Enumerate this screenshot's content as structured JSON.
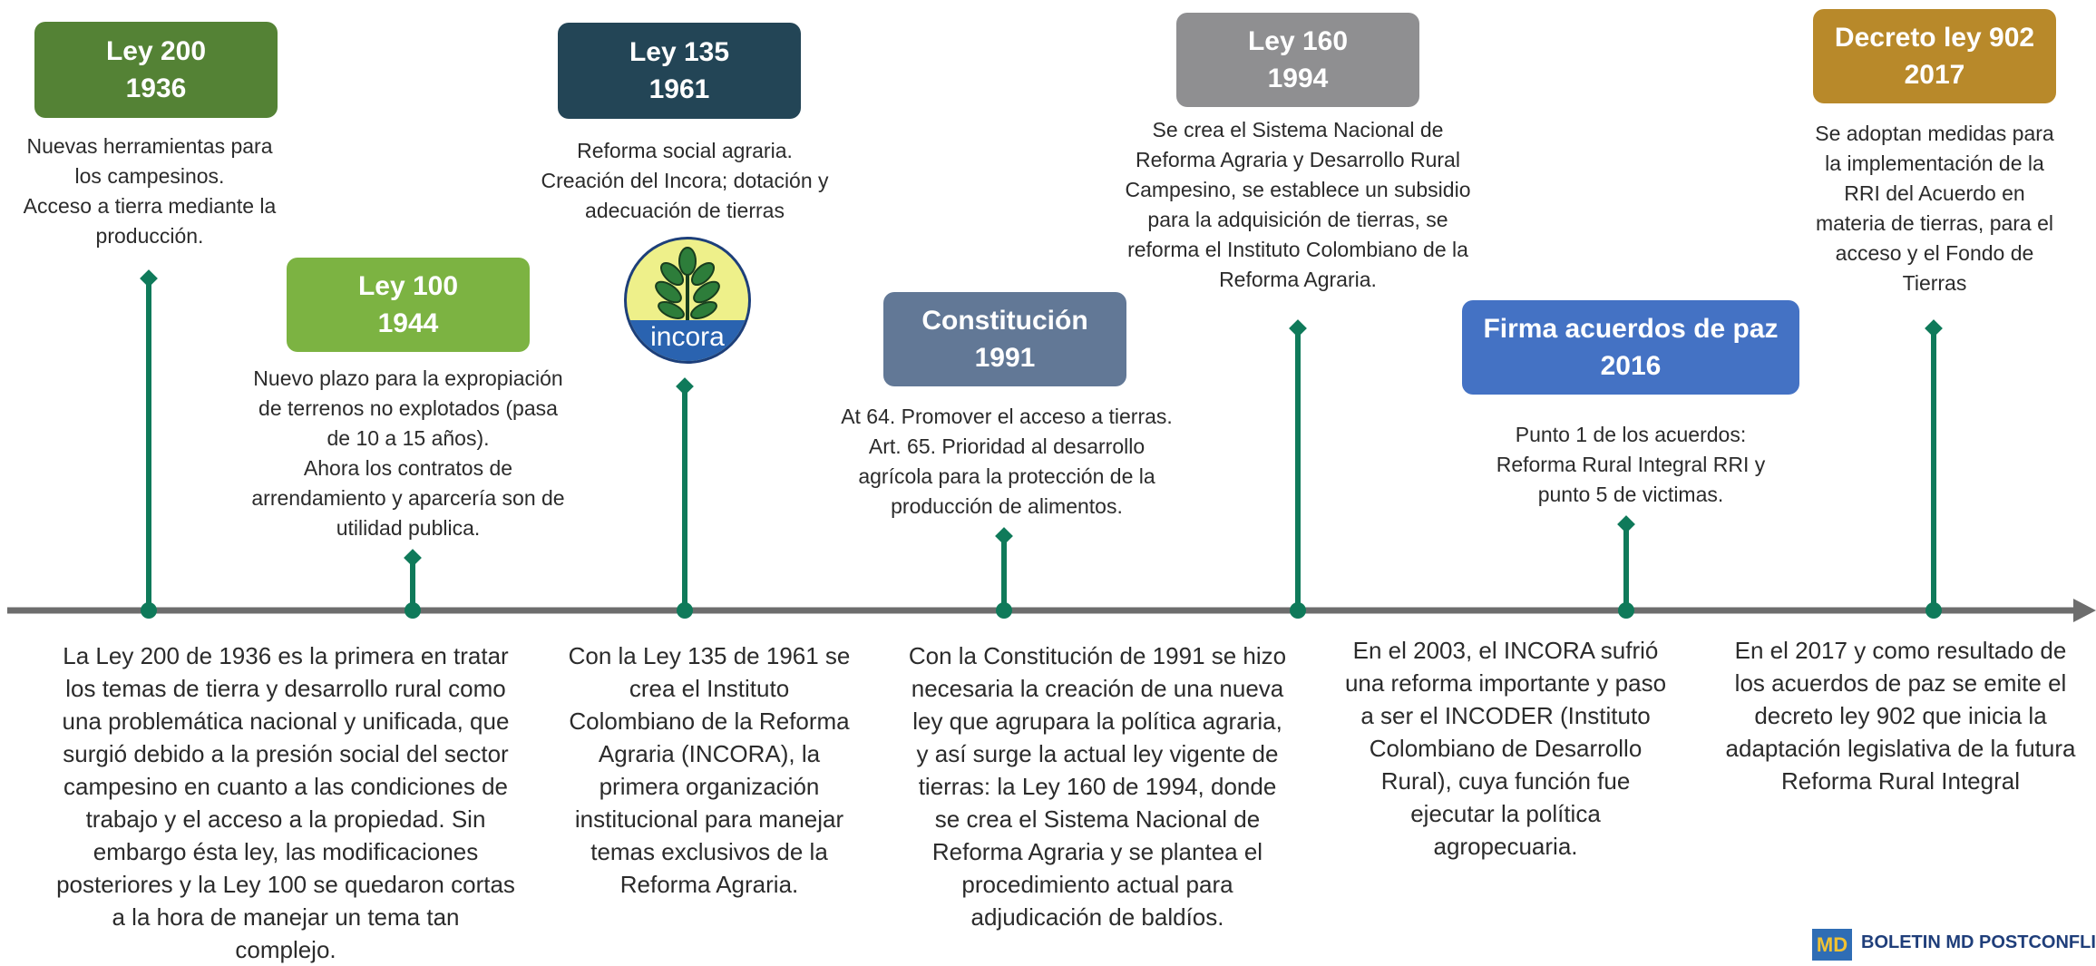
{
  "events": [
    {
      "title": "Ley 200",
      "year": "1936",
      "color": "#548235",
      "description": [
        "Nuevas herramientas para",
        "los campesinos.",
        "Acceso a tierra mediante la",
        "producción."
      ],
      "detail": [
        "La Ley 200 de 1936 es la primera en tratar",
        "los temas de tierra y desarrollo rural como",
        "una problemática nacional y unificada, que",
        "surgió debido a la presión social del sector",
        "campesino en cuanto a las condiciones de",
        "trabajo y el acceso a la propiedad. Sin",
        "embargo ésta ley, las modificaciones",
        "posteriores y la Ley 100 se quedaron cortas",
        "a la hora de manejar un tema tan",
        "complejo."
      ]
    },
    {
      "title": "Ley 100",
      "year": "1944",
      "color": "#7cb342",
      "description": [
        "Nuevo plazo para la expropiación",
        "de terrenos no explotados (pasa",
        "de 10 a 15 años).",
        "Ahora los contratos de",
        "arrendamiento y aparcería son de",
        "utilidad publica."
      ]
    },
    {
      "title": "Ley 135",
      "year": "1961",
      "color": "#234556",
      "description": [
        "Reforma social agraria.",
        "Creación del Incora; dotación y",
        "adecuación de tierras"
      ],
      "detail": [
        "Con la Ley 135 de 1961 se",
        "crea el Instituto",
        "Colombiano de la Reforma",
        "Agraria (INCORA), la",
        "primera organización",
        "institucional para manejar",
        "temas exclusivos de la",
        "Reforma Agraria."
      ]
    },
    {
      "title": "Constitución",
      "year": "1991",
      "color": "#627896",
      "description": [
        "At 64. Promover el acceso a tierras.",
        "Art. 65. Prioridad al desarrollo",
        "agrícola para la protección de la",
        "producción de alimentos."
      ],
      "detail": [
        "Con la Constitución de 1991 se hizo",
        "necesaria la creación de una nueva",
        "ley que agrupara la política agraria,",
        "y así surge la actual ley vigente de",
        "tierras: la Ley 160 de 1994, donde",
        "se crea el Sistema Nacional de",
        "Reforma Agraria y se plantea el",
        "procedimiento actual para",
        "adjudicación de baldíos."
      ]
    },
    {
      "title": "Ley 160",
      "year": "1994",
      "color": "#8f8f91",
      "description": [
        "Se crea el Sistema Nacional de",
        "Reforma Agraria y Desarrollo Rural",
        "Campesino, se establece un subsidio",
        "para la adquisición de tierras, se",
        "reforma el Instituto Colombiano de la",
        "Reforma Agraria."
      ]
    },
    {
      "title": "Firma acuerdos de paz",
      "year": "2016",
      "color": "#4472c4",
      "description": [
        "Punto 1 de los acuerdos:",
        "Reforma Rural Integral RRI y",
        "punto 5 de victimas."
      ],
      "detail": [
        "En el 2003, el INCORA sufrió",
        "una reforma importante y paso",
        "a ser el INCODER (Instituto",
        "Colombiano de Desarrollo",
        "Rural), cuya función fue",
        "ejecutar la política",
        "agropecuaria."
      ]
    },
    {
      "title": "Decreto ley 902",
      "year": "2017",
      "color": "#b8892a",
      "description": [
        "Se adoptan medidas para",
        "la implementación de la",
        "RRI del Acuerdo en",
        "materia de tierras,  para el",
        "acceso y el Fondo de",
        "Tierras"
      ],
      "detail": [
        "En el 2017 y como resultado de",
        "los acuerdos de paz se emite el",
        "decreto ley 902 que inicia la",
        "adaptación legislativa de la futura",
        "Reforma Rural Integral"
      ]
    }
  ],
  "logo_text": "incora",
  "footer": {
    "mark": "MD",
    "label": "BOLETIN MD POSTCONFLICTO"
  },
  "colors": {
    "axis": "#6d6d6d",
    "stem": "#0f7a5a",
    "text": "#2b2b2b"
  }
}
